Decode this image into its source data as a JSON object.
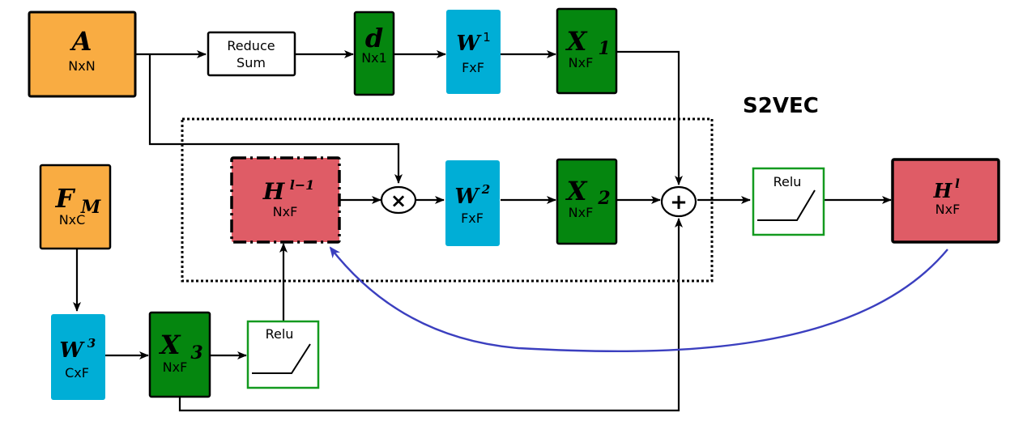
{
  "diagram": {
    "title": "S2VEC",
    "colors": {
      "orange": "#F9AC42",
      "green": "#05860F",
      "blue": "#00AED6",
      "red": "#DF5C66",
      "relu_border": "#139A1F",
      "feedback": "#3B3FBF"
    },
    "nodes": {
      "A": {
        "symbol": "A",
        "sub": "",
        "sup": "",
        "dim": "NxN"
      },
      "reduce_sum": {
        "line1": "Reduce",
        "line2": "Sum"
      },
      "d": {
        "symbol": "d",
        "sub": "",
        "sup": "",
        "dim": "Nx1"
      },
      "W1": {
        "symbol": "W",
        "sup": "1",
        "dim": "FxF"
      },
      "X1": {
        "symbol": "X",
        "sub": "1",
        "dim": "NxF"
      },
      "FM": {
        "symbol": "F",
        "sub": "M",
        "dim": "NxC"
      },
      "H_prev": {
        "symbol": "H",
        "sup": "l−1",
        "dim": "NxF"
      },
      "W2": {
        "symbol": "W",
        "sup": "2",
        "dim": "FxF"
      },
      "X2": {
        "symbol": "X",
        "sub": "2",
        "dim": "NxF"
      },
      "relu_top": {
        "label": "Relu"
      },
      "H_l": {
        "symbol": "H",
        "sup": "l",
        "dim": "NxF"
      },
      "W3": {
        "symbol": "W",
        "sup": "3",
        "dim": "CxF"
      },
      "X3": {
        "symbol": "X",
        "sub": "3",
        "dim": "NxF"
      },
      "relu_bottom": {
        "label": "Relu"
      },
      "multiply": {
        "symbol": "×"
      },
      "add": {
        "symbol": "+"
      }
    }
  }
}
